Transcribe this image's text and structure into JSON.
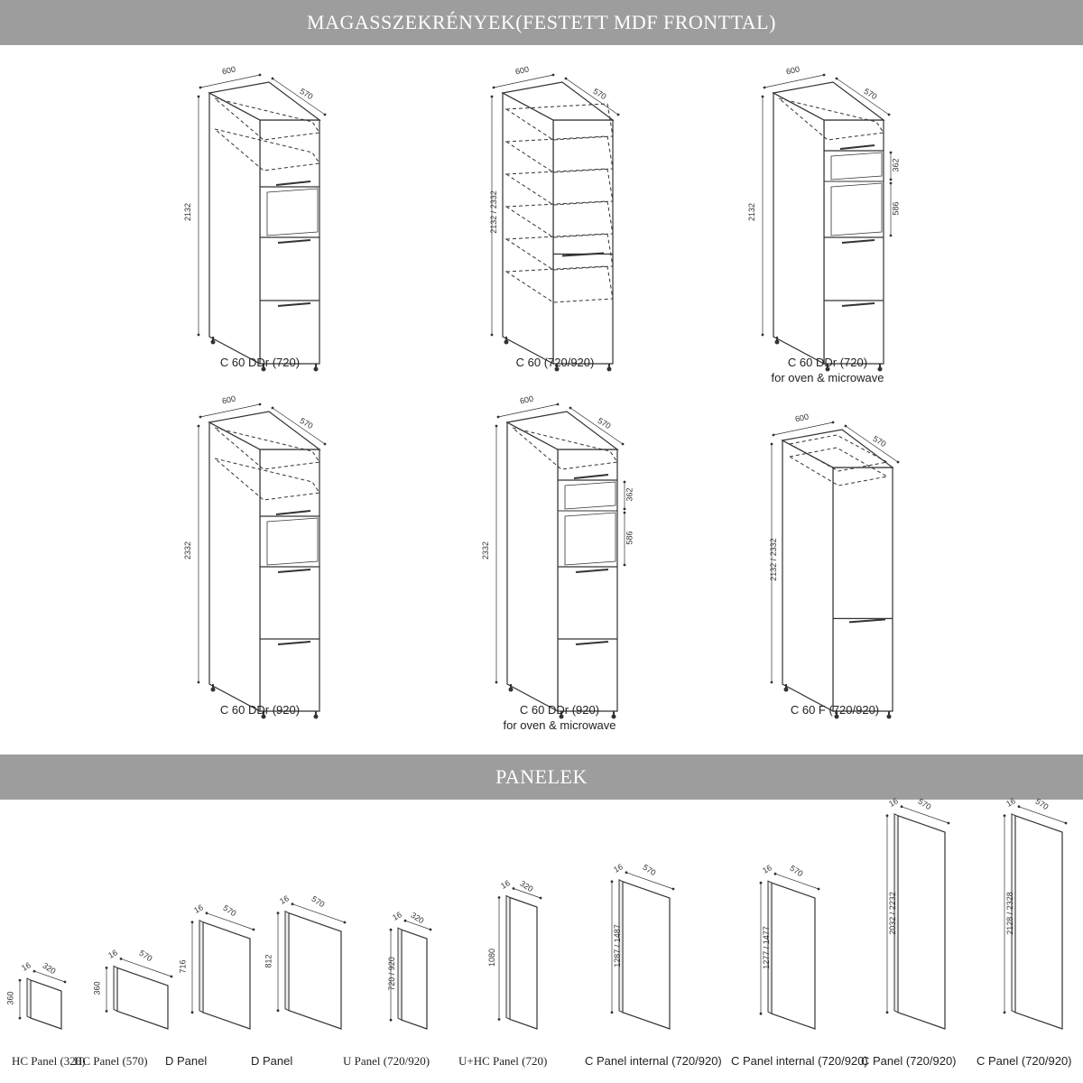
{
  "sections": {
    "top_title": "MAGASSZEKRÉNYEK(FESTETT MDF FRONTTAL)",
    "bottom_title": "PANELEK"
  },
  "cabinets": [
    {
      "name": "C 60 DDr (720)",
      "sub": "",
      "width": "600",
      "depth": "570",
      "height": "2132",
      "extra": []
    },
    {
      "name": "C 60 (720/920)",
      "sub": "",
      "width": "600",
      "depth": "570",
      "height": "2132 / 2332",
      "extra": []
    },
    {
      "name": "C 60 DDr (720)",
      "sub": "for oven & microwave",
      "width": "600",
      "depth": "570",
      "height": "2132",
      "extra": [
        "362",
        "586"
      ]
    },
    {
      "name": "C 60 DDr (920)",
      "sub": "",
      "width": "600",
      "depth": "570",
      "height": "2332",
      "extra": []
    },
    {
      "name": "C 60 DDr (920)",
      "sub": "for oven & microwave",
      "width": "600",
      "depth": "570",
      "height": "2332",
      "extra": [
        "362",
        "586"
      ]
    },
    {
      "name": "C 60 F (720/920)",
      "sub": "",
      "width": "600",
      "depth": "570",
      "height": "2132 / 2332",
      "extra": []
    }
  ],
  "panels": [
    {
      "name": "HC Panel (320)",
      "thickness": "16",
      "depth": "320",
      "height": "360"
    },
    {
      "name": "HC Panel (570)",
      "thickness": "16",
      "depth": "570",
      "height": "360"
    },
    {
      "name": "D Panel",
      "thickness": "16",
      "depth": "570",
      "height": "716"
    },
    {
      "name": "D Panel",
      "thickness": "16",
      "depth": "570",
      "height": "812"
    },
    {
      "name": "U Panel (720/920)",
      "thickness": "16",
      "depth": "320",
      "height": "720 / 920"
    },
    {
      "name": "U+HC Panel (720)",
      "thickness": "16",
      "depth": "320",
      "height": "1080"
    },
    {
      "name": "C Panel internal (720/920)",
      "thickness": "16",
      "depth": "570",
      "height": "1287 / 1487"
    },
    {
      "name": "C Panel internal (720/920)",
      "thickness": "16",
      "depth": "570",
      "height": "1277 / 1477"
    },
    {
      "name": "C Panel (720/920)",
      "thickness": "16",
      "depth": "570",
      "height": "2032 / 2232"
    },
    {
      "name": "C Panel (720/920)",
      "thickness": "16",
      "depth": "570",
      "height": "2128 / 2328"
    }
  ]
}
